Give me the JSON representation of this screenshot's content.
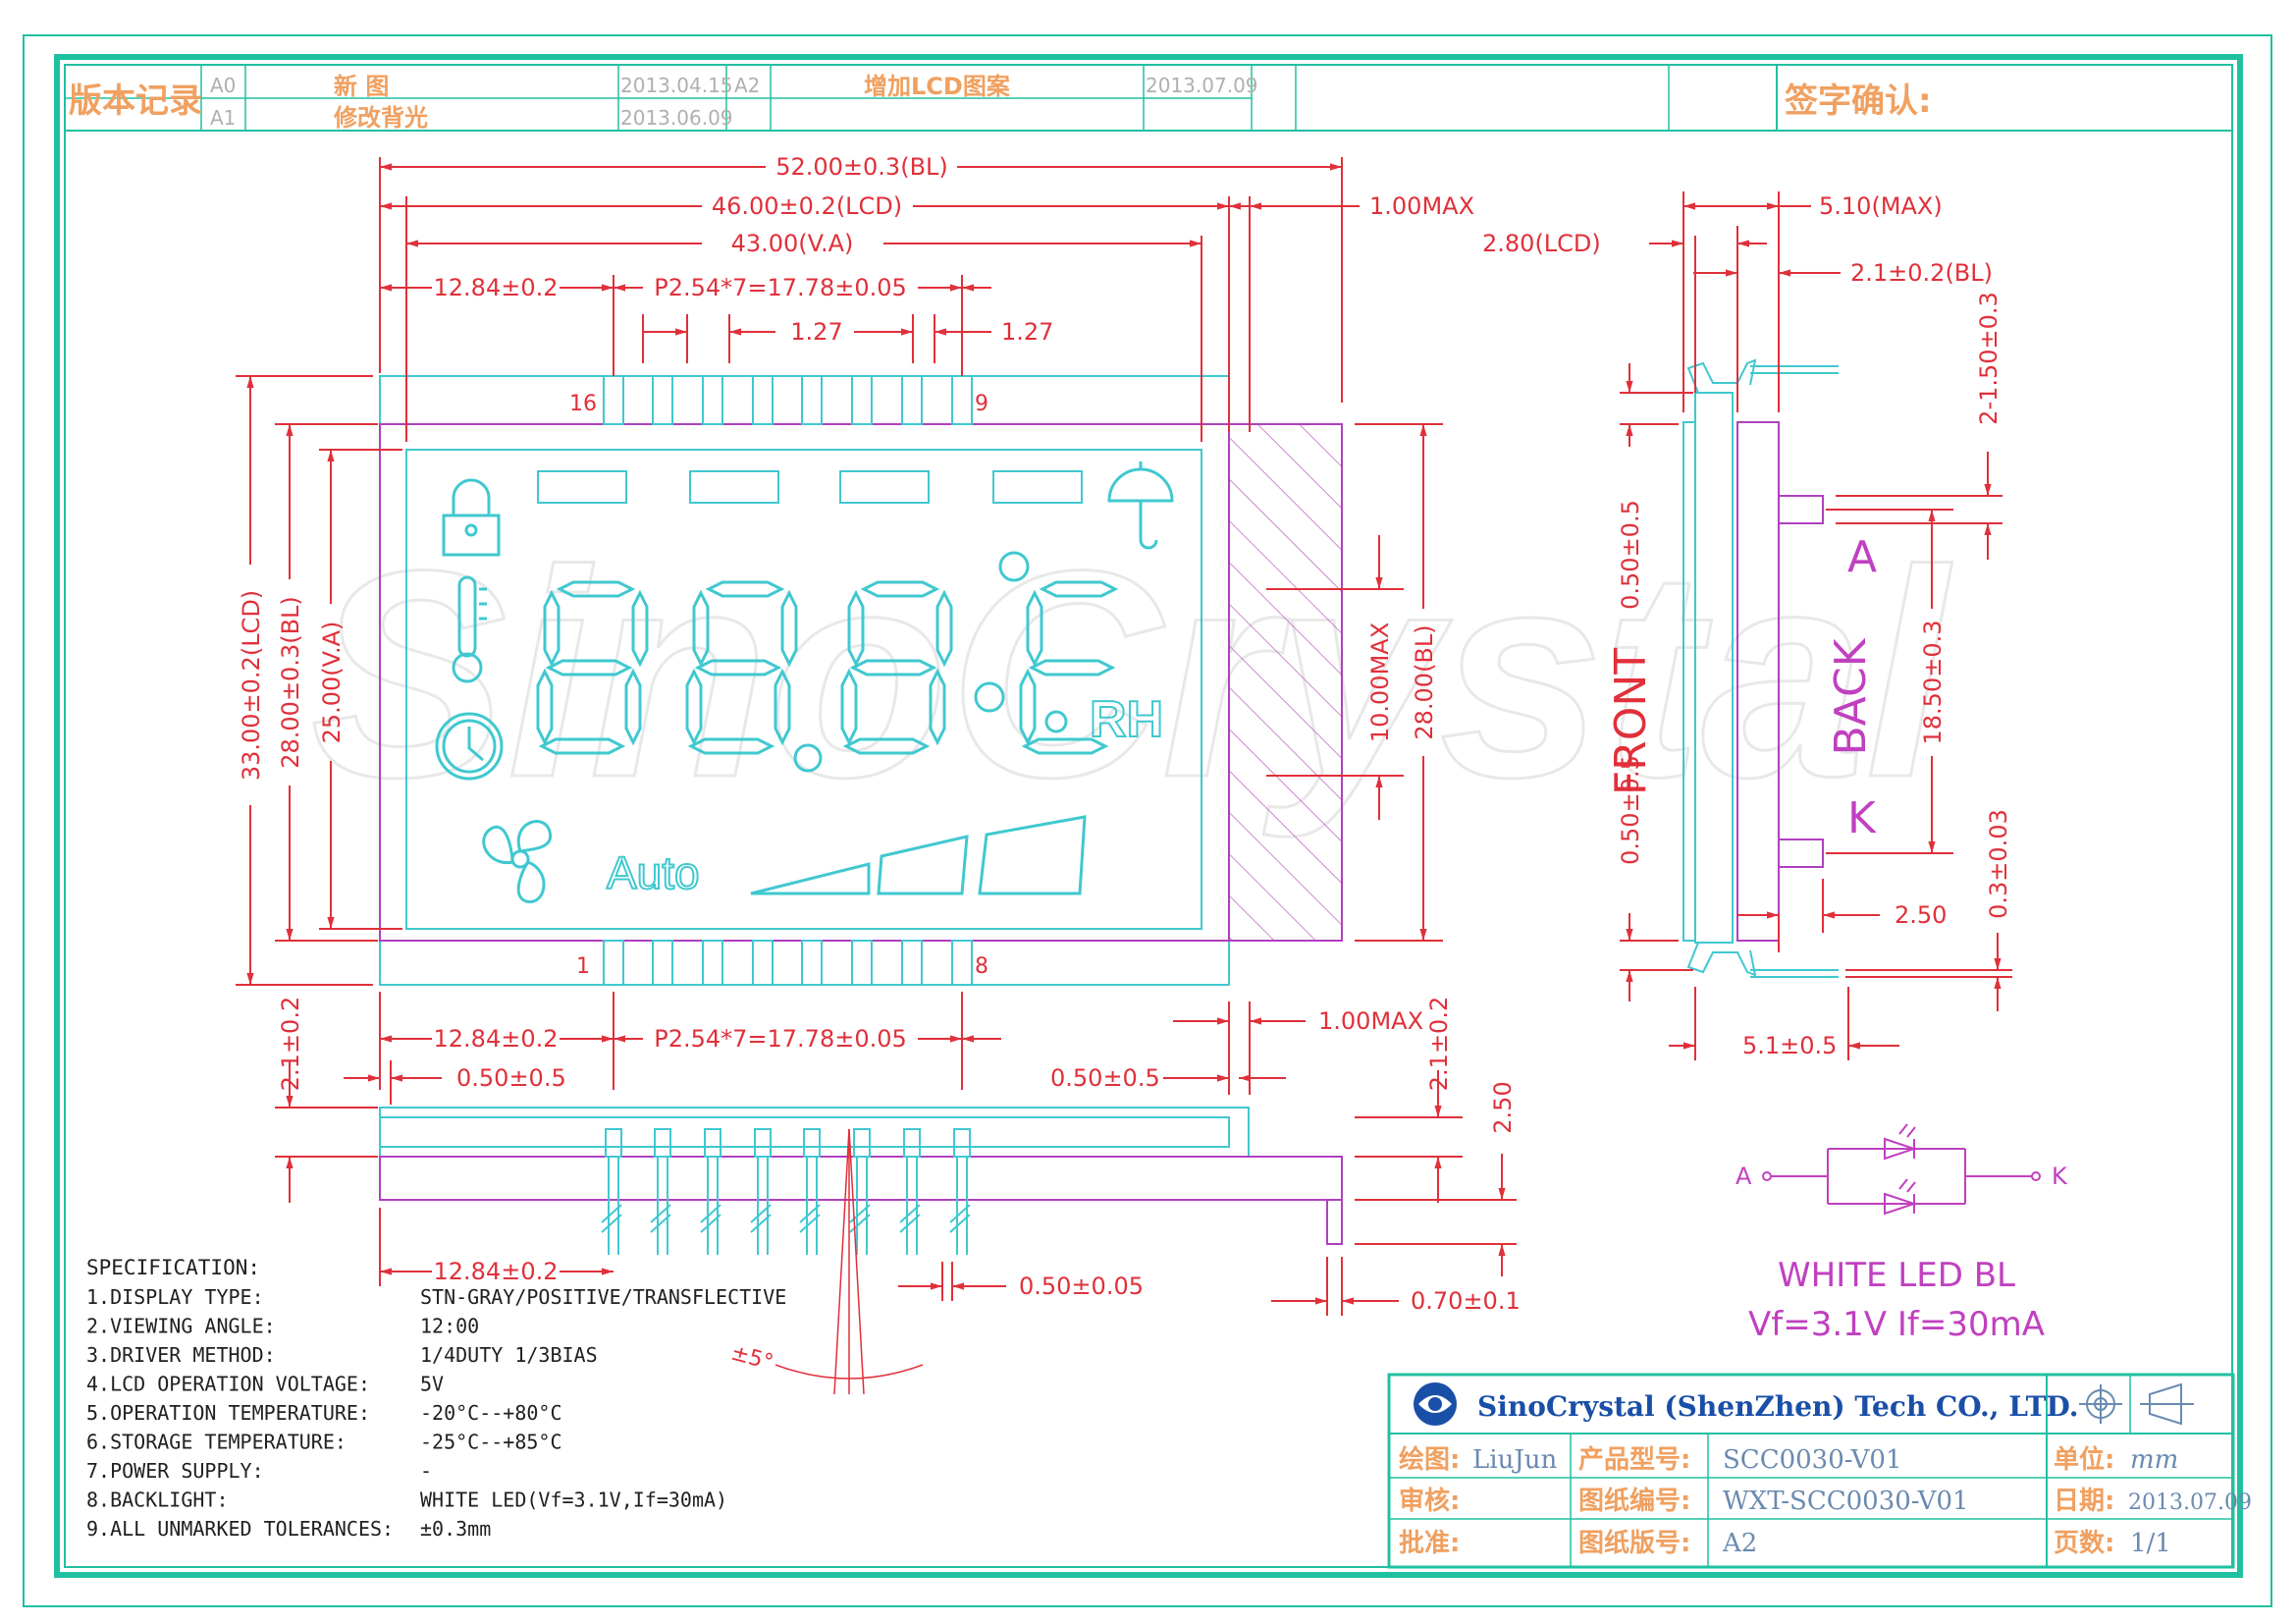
{
  "revision_table": {
    "title": "版本记录",
    "rows": [
      {
        "code": "A0",
        "desc": "新    图",
        "date": "2013.04.15"
      },
      {
        "code": "A1",
        "desc": "修改背光",
        "date": "2013.06.09"
      }
    ],
    "row2": {
      "code": "A2",
      "desc": "增加LCD图案",
      "date": "2013.07.09"
    },
    "sign_label": "签字确认:"
  },
  "watermark": "SinoCrystal",
  "top_dims": {
    "bl_width": "52.00±0.3(BL)",
    "lcd_width": "46.00±0.2(LCD)",
    "va_width": "43.00(V.A)",
    "pin_offset": "12.84±0.2",
    "pin_pitch": "P2.54*7=17.78±0.05",
    "pin_w1": "1.27",
    "pin_w2": "1.27",
    "max_right": "1.00MAX"
  },
  "left_dims": {
    "lcd_h": "33.00±0.2(LCD)",
    "bl_h": "28.00±0.3(BL)",
    "va_h": "25.00(V.A)"
  },
  "right_dims": {
    "max10": "10.00MAX",
    "bl28": "28.00(BL)"
  },
  "pins": {
    "p16": "16",
    "p9": "9",
    "p1": "1",
    "p8": "8"
  },
  "segments": {
    "auto": "Auto",
    "rh": "RH",
    "deg": "°"
  },
  "bottom_dims": {
    "left21": "2.1±0.2",
    "pin_offset": "12.84±0.2",
    "pin_pitch": "P2.54*7=17.78±0.05",
    "off05": "0.50±0.5",
    "max_r": "1.00MAX",
    "off05_r": "0.50±0.5",
    "right21": "2.1±0.2",
    "d250": "2.50",
    "pin_offset2": "12.84±0.2",
    "d005": "0.50±0.05",
    "d070": "0.70±0.1",
    "angle": "±5°"
  },
  "side_view": {
    "max510": "5.10(MAX)",
    "lcd280": "2.80(LCD)",
    "bl21": "2.1±0.2(BL)",
    "d150": "2-1.50±0.3",
    "d05a": "0.50±0.5",
    "front": "FRONT",
    "d05b": "0.50±0.5",
    "label_a": "A",
    "back": "BACK",
    "d1850": "18.50±0.3",
    "label_k": "K",
    "d250": "2.50",
    "d03": "0.3±0.03",
    "d51": "5.1±0.5"
  },
  "led": {
    "a": "A",
    "k": "K",
    "title": "WHITE LED BL",
    "spec": "Vf=3.1V  If=30mA"
  },
  "spec": {
    "header": "SPECIFICATION:",
    "items": [
      {
        "label": "1.DISPLAY TYPE:",
        "value": "STN-GRAY/POSITIVE/TRANSFLECTIVE"
      },
      {
        "label": "2.VIEWING ANGLE:",
        "value": "12:00"
      },
      {
        "label": "3.DRIVER METHOD:",
        "value": "1/4DUTY   1/3BIAS"
      },
      {
        "label": "4.LCD OPERATION VOLTAGE:",
        "value": "5V"
      },
      {
        "label": "5.OPERATION TEMPERATURE:",
        "value": "-20°C--+80°C"
      },
      {
        "label": "6.STORAGE TEMPERATURE:",
        "value": "-25°C--+85°C"
      },
      {
        "label": "7.POWER SUPPLY:",
        "value": "-"
      },
      {
        "label": "8.BACKLIGHT:",
        "value": "WHITE LED(Vf=3.1V,If=30mA)"
      },
      {
        "label": "9.ALL UNMARKED TOLERANCES:",
        "value": "±0.3mm"
      }
    ]
  },
  "title_block": {
    "company": "SinoCrystal (ShenZhen) Tech CO., LTD.",
    "draw_label": "绘图:",
    "draw_value": "LiuJun",
    "model_label": "产品型号:",
    "model_value": "SCC0030-V01",
    "unit_label": "单位:",
    "unit_value": "mm",
    "review_label": "审核:",
    "dwg_no_label": "图纸编号:",
    "dwg_no_value": "WXT-SCC0030-V01",
    "date_label": "日期:",
    "date_value": "2013.07.09",
    "approve_label": "批准:",
    "dwg_ver_label": "图纸版号:",
    "dwg_ver_value": "A2",
    "page_label": "页数:",
    "page_value": "1/1"
  }
}
